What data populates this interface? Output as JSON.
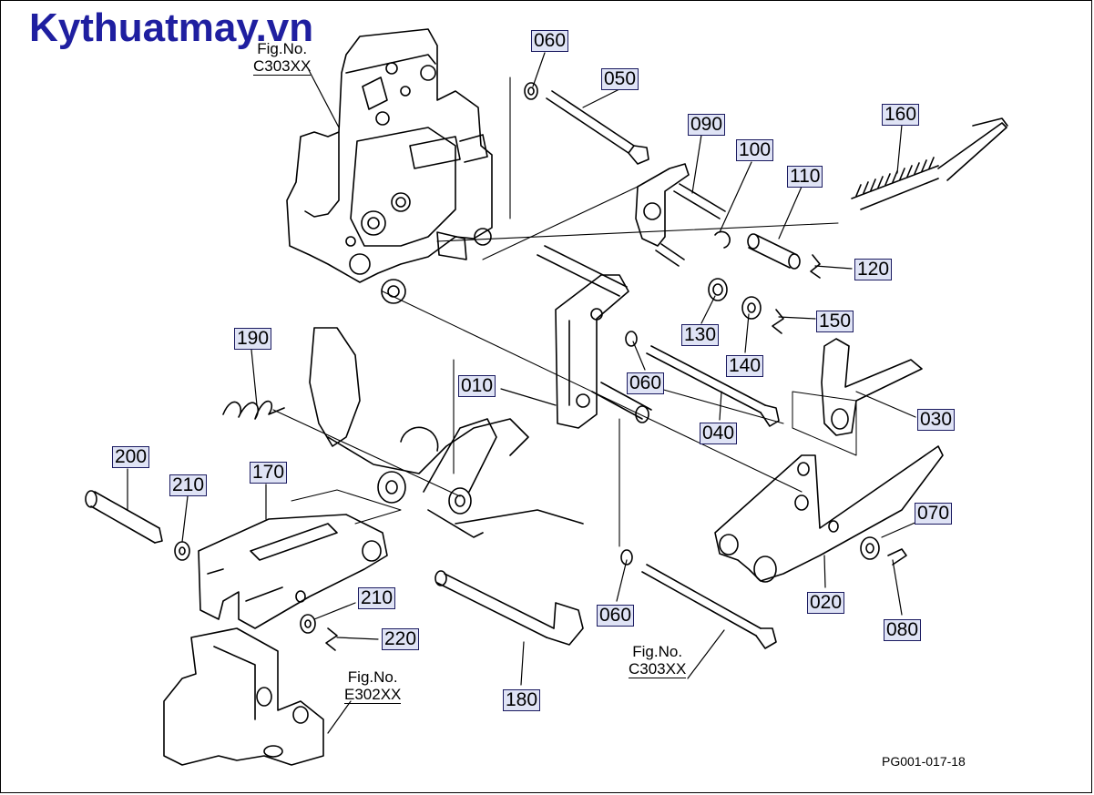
{
  "watermark": "Kythuatmay.vn",
  "figure_refs": [
    {
      "label": "Fig.No.",
      "ref": "C303XX"
    },
    {
      "label": "Fig.No.",
      "ref": "C303XX"
    },
    {
      "label": "Fig.No.",
      "ref": "E302XX"
    }
  ],
  "part_callouts": [
    "060",
    "050",
    "090",
    "100",
    "110",
    "160",
    "120",
    "130",
    "150",
    "140",
    "190",
    "010",
    "060",
    "040",
    "030",
    "200",
    "210",
    "170",
    "070",
    "210",
    "220",
    "060",
    "020",
    "080",
    "180"
  ],
  "diagram_id": "PG001-017-18"
}
